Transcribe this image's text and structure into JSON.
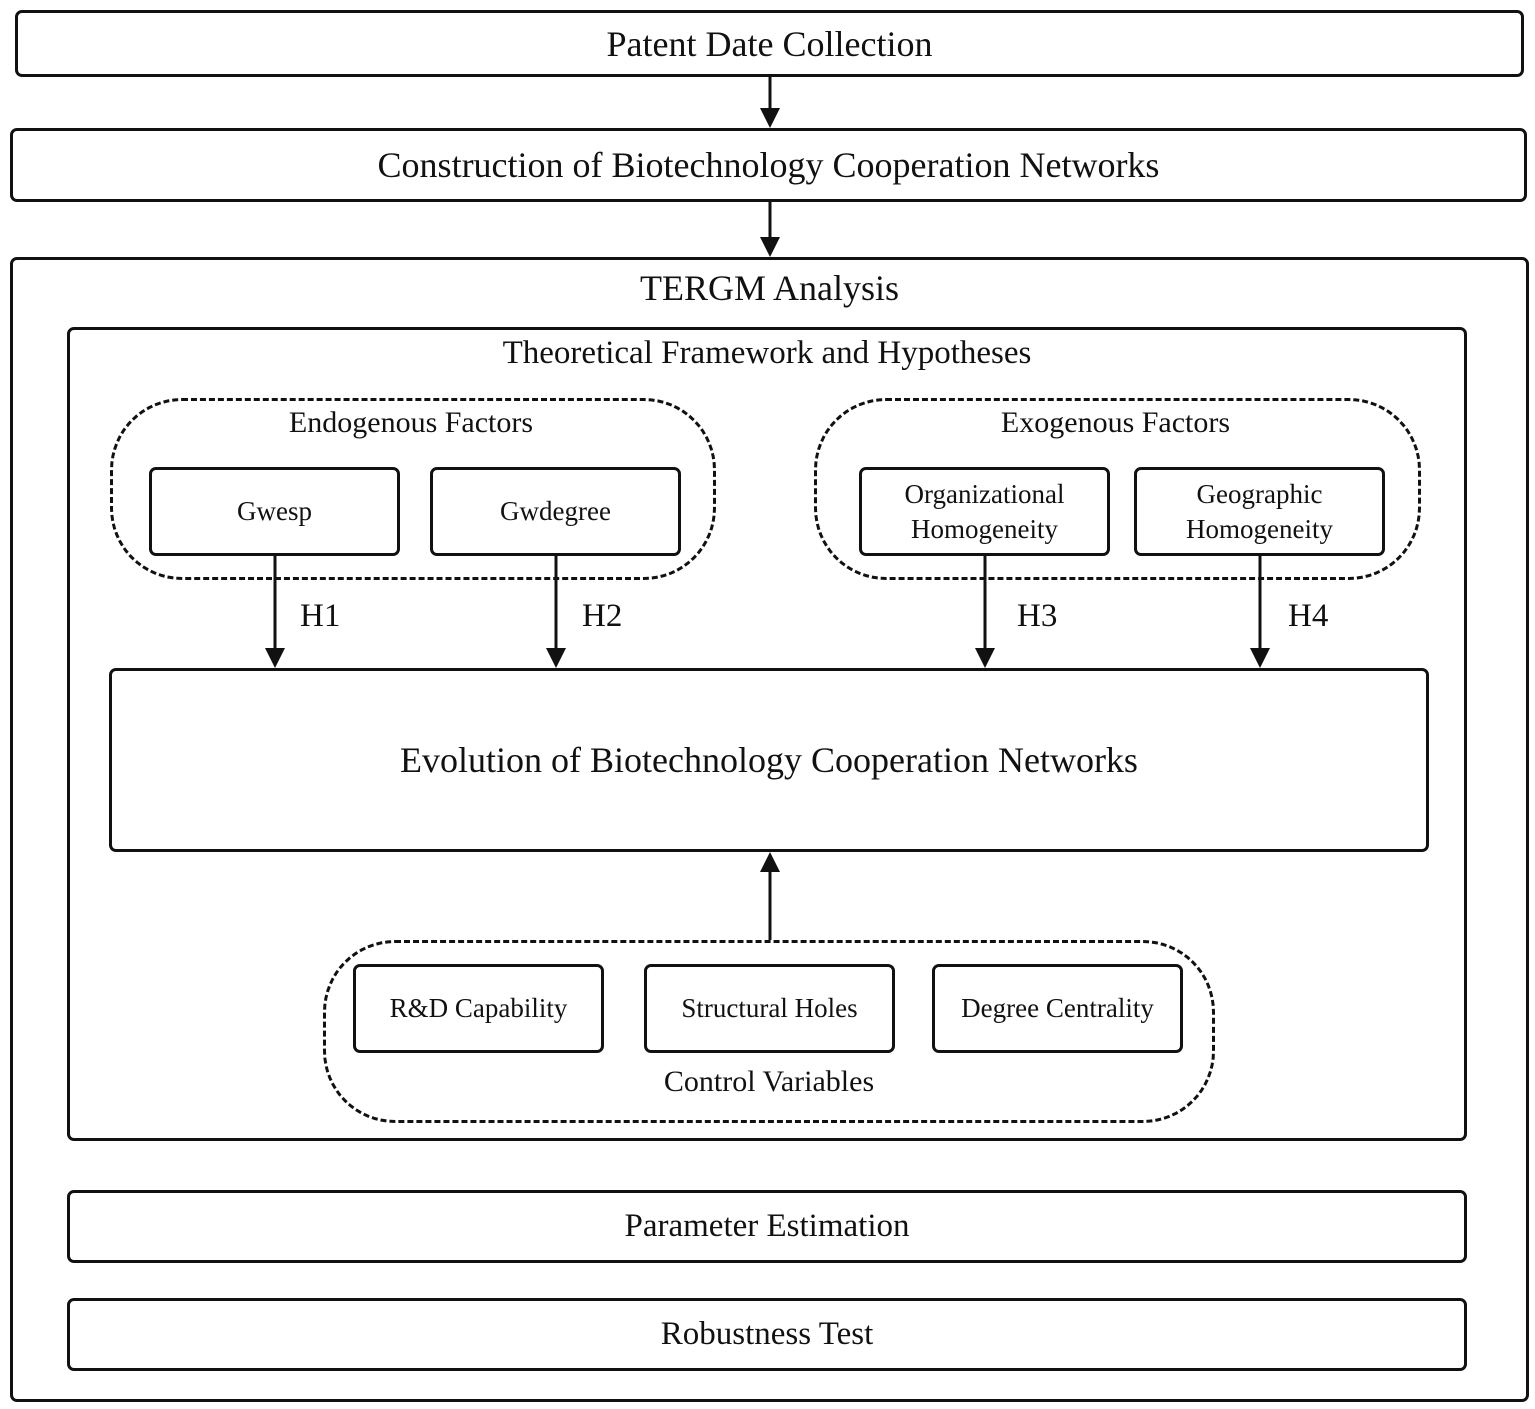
{
  "steps": {
    "patent_collection": "Patent Date Collection",
    "construction": "Construction of Biotechnology Cooperation Networks",
    "tergm": "TERGM Analysis",
    "parameter_estimation": "Parameter Estimation",
    "robustness_test": "Robustness Test"
  },
  "framework": {
    "title": "Theoretical Framework and Hypotheses",
    "endogenous": {
      "title": "Endogenous Factors",
      "items": [
        "Gwesp",
        "Gwdegree"
      ]
    },
    "exogenous": {
      "title": "Exogenous Factors",
      "items": [
        {
          "line1": "Organizational",
          "line2": "Homogeneity"
        },
        {
          "line1": "Geographic",
          "line2": "Homogeneity"
        }
      ]
    },
    "hypotheses": [
      "H1",
      "H2",
      "H3",
      "H4"
    ],
    "outcome": "Evolution of Biotechnology Cooperation Networks",
    "controls": {
      "title": "Control Variables",
      "items": [
        "R&D Capability",
        "Structural Holes",
        "Degree Centrality"
      ]
    }
  }
}
